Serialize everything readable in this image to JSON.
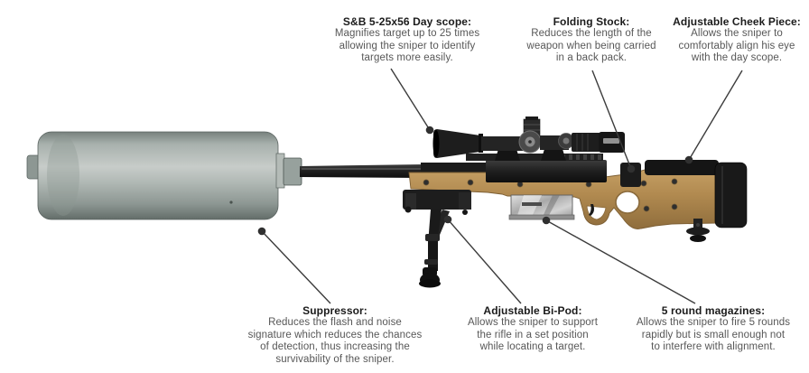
{
  "colors": {
    "background": "#ffffff",
    "title_text": "#1b1b1b",
    "body_text": "#575757",
    "leader_line": "#3c3c3c",
    "suppressor_gray": "#a9b2ae",
    "stock_tan": "#b08a50",
    "metal_black": "#1d1d1d",
    "magazine_silver": "#c2c2c2"
  },
  "diagram": {
    "labels": [
      {
        "id": "day-scope",
        "title": "S&B 5-25x56 Day scope:",
        "lines": [
          "Magnifies target up to 25 times",
          "allowing the sniper to identify",
          "targets more easily."
        ]
      },
      {
        "id": "folding-stock",
        "title": "Folding Stock:",
        "lines": [
          "Reduces the length of the",
          "weapon when being carried",
          "in a back pack."
        ]
      },
      {
        "id": "cheek-piece",
        "title": "Adjustable Cheek Piece:",
        "lines": [
          "Allows the sniper to",
          "comfortably align his eye",
          "with the day scope."
        ]
      },
      {
        "id": "suppressor",
        "title": "Suppressor:",
        "lines": [
          "Reduces the flash and noise",
          "signature which reduces the chances",
          "of detection, thus increasing the",
          "survivability of the sniper."
        ]
      },
      {
        "id": "bipod",
        "title": "Adjustable Bi-Pod:",
        "lines": [
          "Allows the sniper to support",
          "the rifle in a set position",
          "while locating a target."
        ]
      },
      {
        "id": "magazines",
        "title": "5 round magazines:",
        "lines": [
          "Allows the sniper to fire 5 rounds",
          "rapidly but is small enough not",
          "to interfere with alignment."
        ]
      }
    ]
  }
}
